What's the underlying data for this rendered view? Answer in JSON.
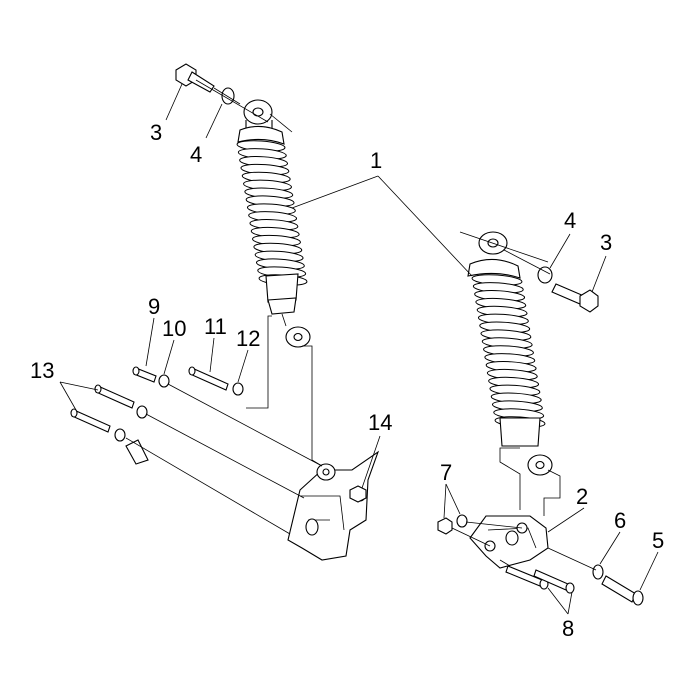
{
  "diagram": {
    "callouts": [
      {
        "id": "c1",
        "label": "1"
      },
      {
        "id": "c2",
        "label": "2"
      },
      {
        "id": "c3a",
        "label": "3"
      },
      {
        "id": "c3b",
        "label": "3"
      },
      {
        "id": "c4a",
        "label": "4"
      },
      {
        "id": "c4b",
        "label": "4"
      },
      {
        "id": "c5",
        "label": "5"
      },
      {
        "id": "c6",
        "label": "6"
      },
      {
        "id": "c7",
        "label": "7"
      },
      {
        "id": "c8",
        "label": "8"
      },
      {
        "id": "c9",
        "label": "9"
      },
      {
        "id": "c10",
        "label": "10"
      },
      {
        "id": "c11",
        "label": "11"
      },
      {
        "id": "c12",
        "label": "12"
      },
      {
        "id": "c13",
        "label": "13"
      },
      {
        "id": "c14",
        "label": "14"
      }
    ]
  }
}
